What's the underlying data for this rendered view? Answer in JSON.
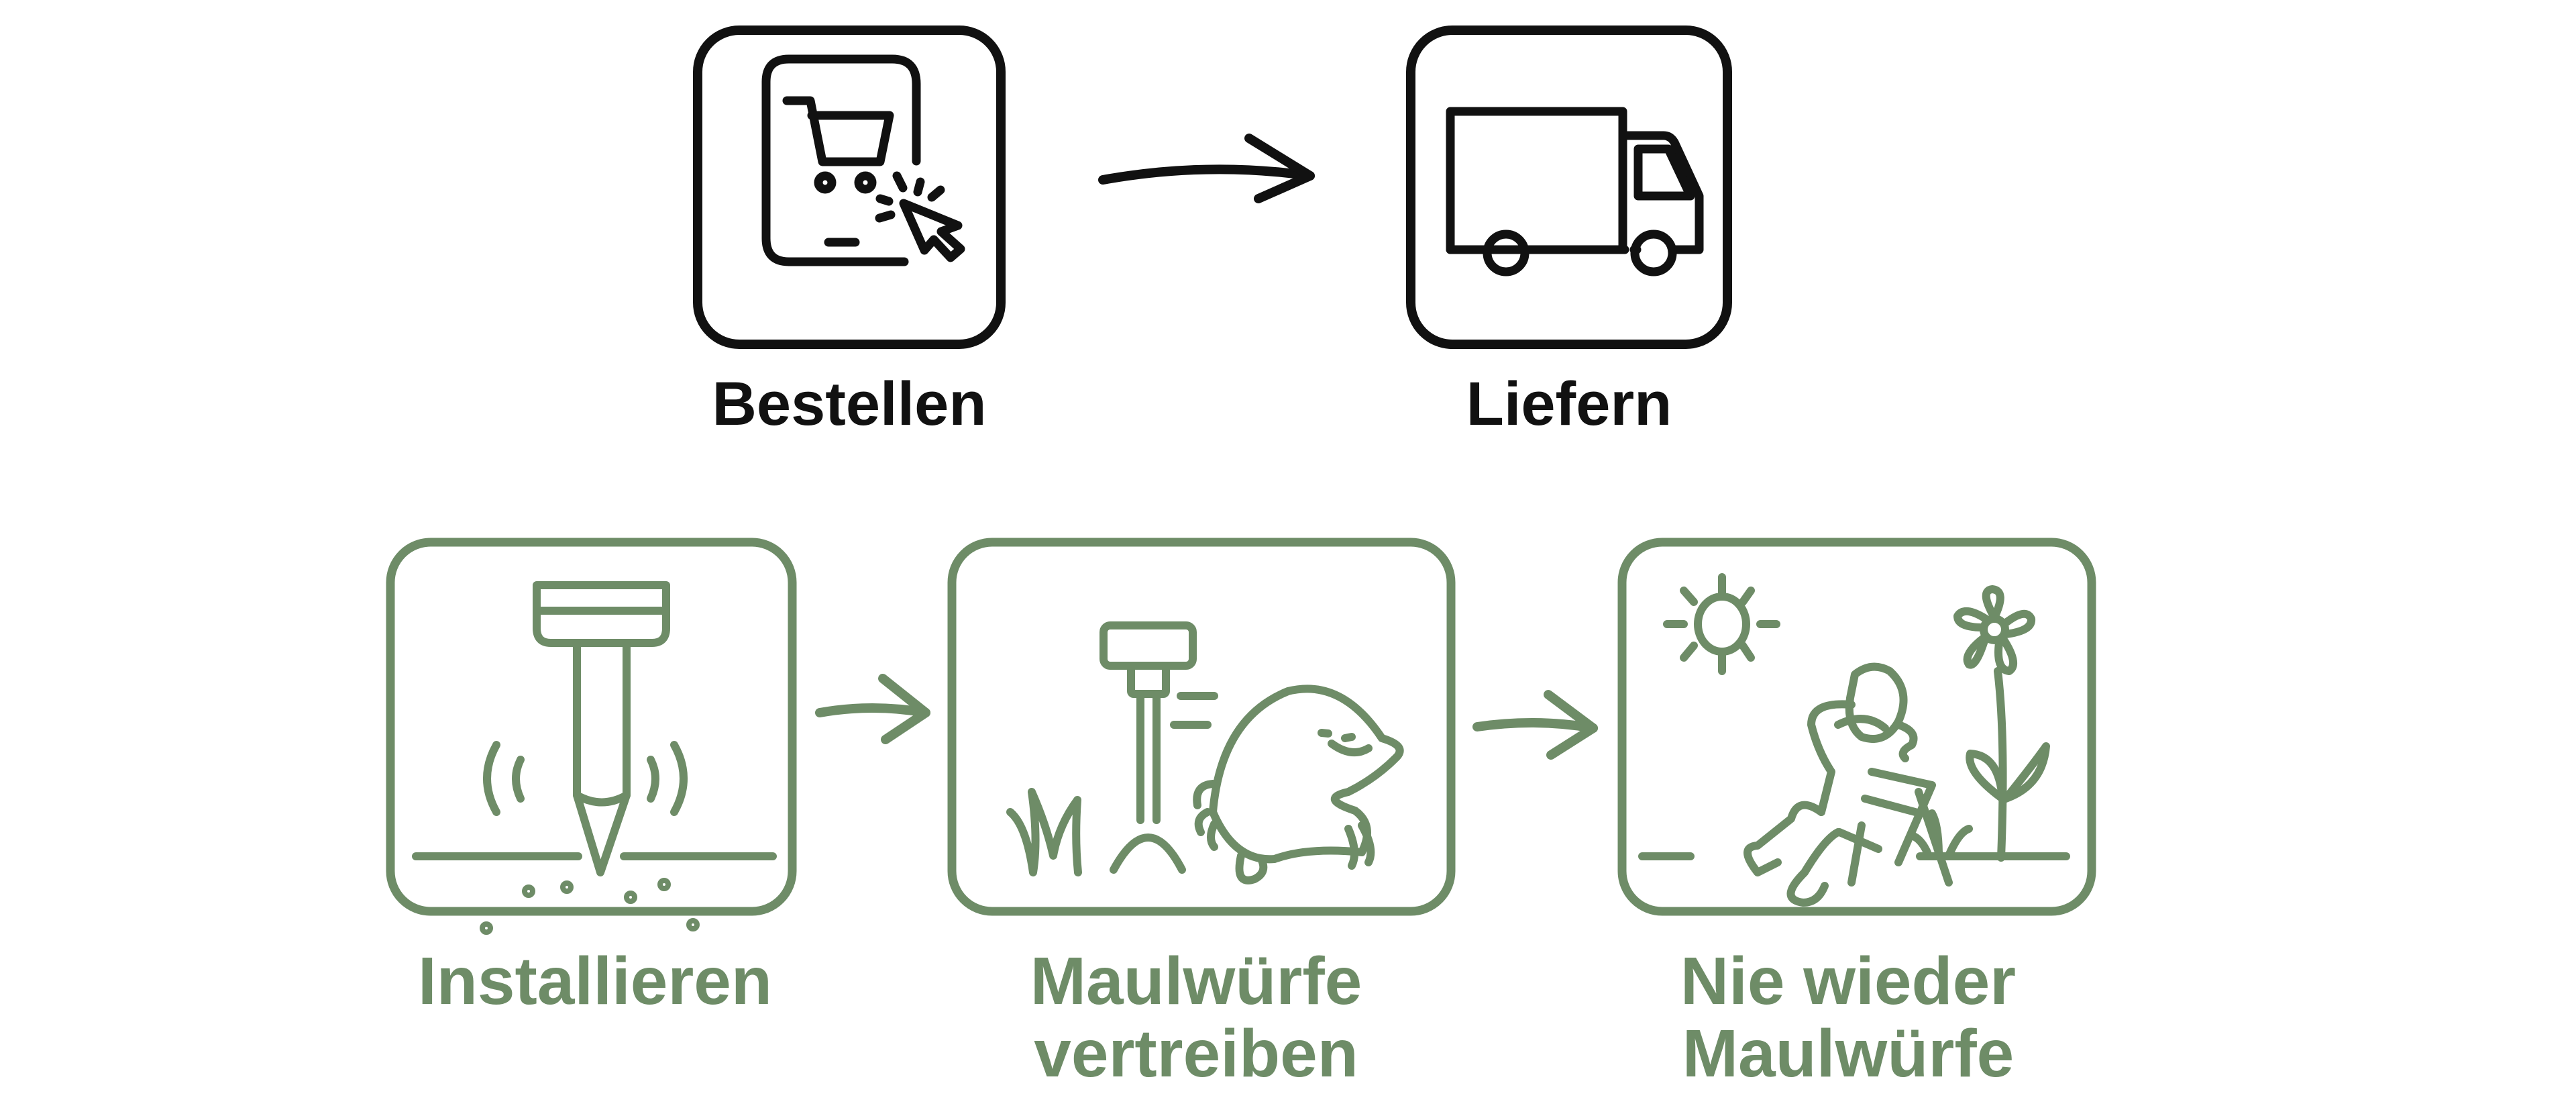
{
  "colors": {
    "top_row": "#111111",
    "bottom_row": "#6e8c67",
    "background": "#ffffff"
  },
  "top_row": {
    "steps": [
      {
        "label": "Bestellen",
        "icon": "shopping-cart-tablet-click-icon"
      },
      {
        "label": "Liefern",
        "icon": "delivery-truck-icon"
      }
    ],
    "connector_icon": "arrow-right-icon"
  },
  "bottom_row": {
    "steps": [
      {
        "label": "Installieren",
        "icon": "ground-spike-vibration-icon"
      },
      {
        "label_lines": [
          "Maulwürfe",
          "vertreiben"
        ],
        "icon": "mole-fleeing-device-icon"
      },
      {
        "label_lines": [
          "Nie wieder",
          "Maulwürfe"
        ],
        "icon": "relaxing-person-garden-icon"
      }
    ],
    "connector_icon": "arrow-right-icon"
  }
}
